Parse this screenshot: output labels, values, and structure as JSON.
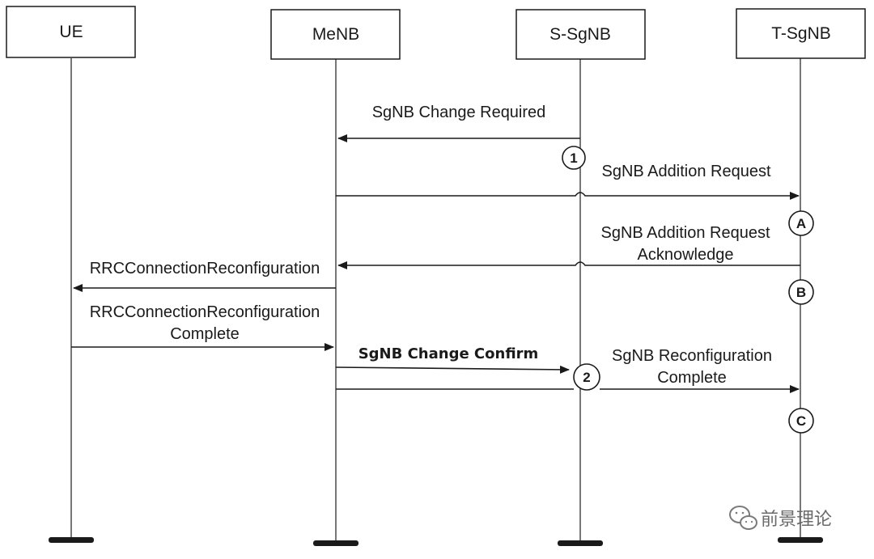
{
  "entities": {
    "ue": "UE",
    "menb": "MeNB",
    "s_sgnb": "S-SgNB",
    "t_sgnb": "T-SgNB"
  },
  "messages": {
    "sgnb_change_required": "SgNB Change Required",
    "sgnb_addition_request": "SgNB Addition Request",
    "sgnb_addition_request_ack_line1": "SgNB Addition Request",
    "sgnb_addition_request_ack_line2": "Acknowledge",
    "rrc_reconfiguration": "RRCConnectionReconfiguration",
    "rrc_reconfiguration_complete_line1": "RRCConnectionReconfiguration",
    "rrc_reconfiguration_complete_line2": "Complete",
    "sgnb_change_confirm": "SgNB Change Confirm",
    "sgnb_reconfiguration_complete_line1": "SgNB Reconfiguration",
    "sgnb_reconfiguration_complete_line2": "Complete"
  },
  "steps": {
    "step1": "1",
    "step2": "2",
    "stepA": "A",
    "stepB": "B",
    "stepC": "C"
  },
  "watermark": {
    "text": "前景理论",
    "icon": "wechat-icon"
  },
  "colors": {
    "line": "#1a1a1a",
    "box_border": "#1a1a1a",
    "background": "#ffffff"
  }
}
